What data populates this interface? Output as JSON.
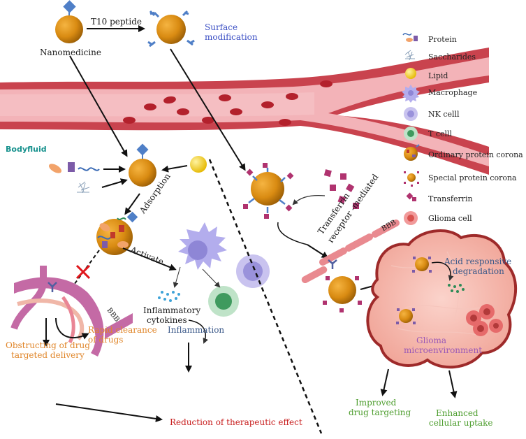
{
  "labels": {
    "nanomedicine": "Nanomedicine",
    "t10": "T10 peptide",
    "surface1": "Surface",
    "surface2": "modification",
    "bodyfluid": "Bodyfluid",
    "adsorption": "Adsorption",
    "activate": "Activate",
    "infl_cyt1": "Inflammatory",
    "infl_cyt2": "cytokines",
    "inflammation": "Inflammation",
    "rapid1": "Rapid clearance",
    "rapid2": "of drugs",
    "obstruct1": "Obstructing of drug",
    "obstruct2": "targeted delivery",
    "reduction": "Reduction of therapeutic effect",
    "tf1": "Transferrin",
    "tf2": "receptor -mediated",
    "bbb_left": "BBB",
    "bbb_right": "BBB",
    "acid1": "Acid responsive",
    "acid2": "degradation",
    "glioma1": "Glioma",
    "glioma2": "microenvironment",
    "improved1": "Improved",
    "improved2": "drug targeting",
    "enhanced1": "Enhanced",
    "enhanced2": "cellular uptake"
  },
  "legend": [
    {
      "icon": "protein-icon",
      "label": "Protein"
    },
    {
      "icon": "saccharides-icon",
      "label": "Saccharides"
    },
    {
      "icon": "lipid-icon",
      "label": "Lipid"
    },
    {
      "icon": "macrophage-icon",
      "label": "Macrophage"
    },
    {
      "icon": "nk-cell-icon",
      "label": "NK  celll"
    },
    {
      "icon": "t-cell-icon",
      "label": "T  celll"
    },
    {
      "icon": "ordinary-protein-corona-icon",
      "label": "Ordinary protein corona"
    },
    {
      "icon": "special-protein-corona-icon",
      "label": "Special protein corona"
    },
    {
      "icon": "transferrin-icon",
      "label": "Transferrin"
    },
    {
      "icon": "glioma-cell-icon",
      "label": "Glioma cell"
    }
  ],
  "colors": {
    "nanoparticle": "#d98b12",
    "peptide_blue": "#4f7fc7",
    "vessel": "#c9434e",
    "transferrin": "#b0336f",
    "glioma": "#f2a9a0",
    "macrophage": "#aaa3e3"
  }
}
